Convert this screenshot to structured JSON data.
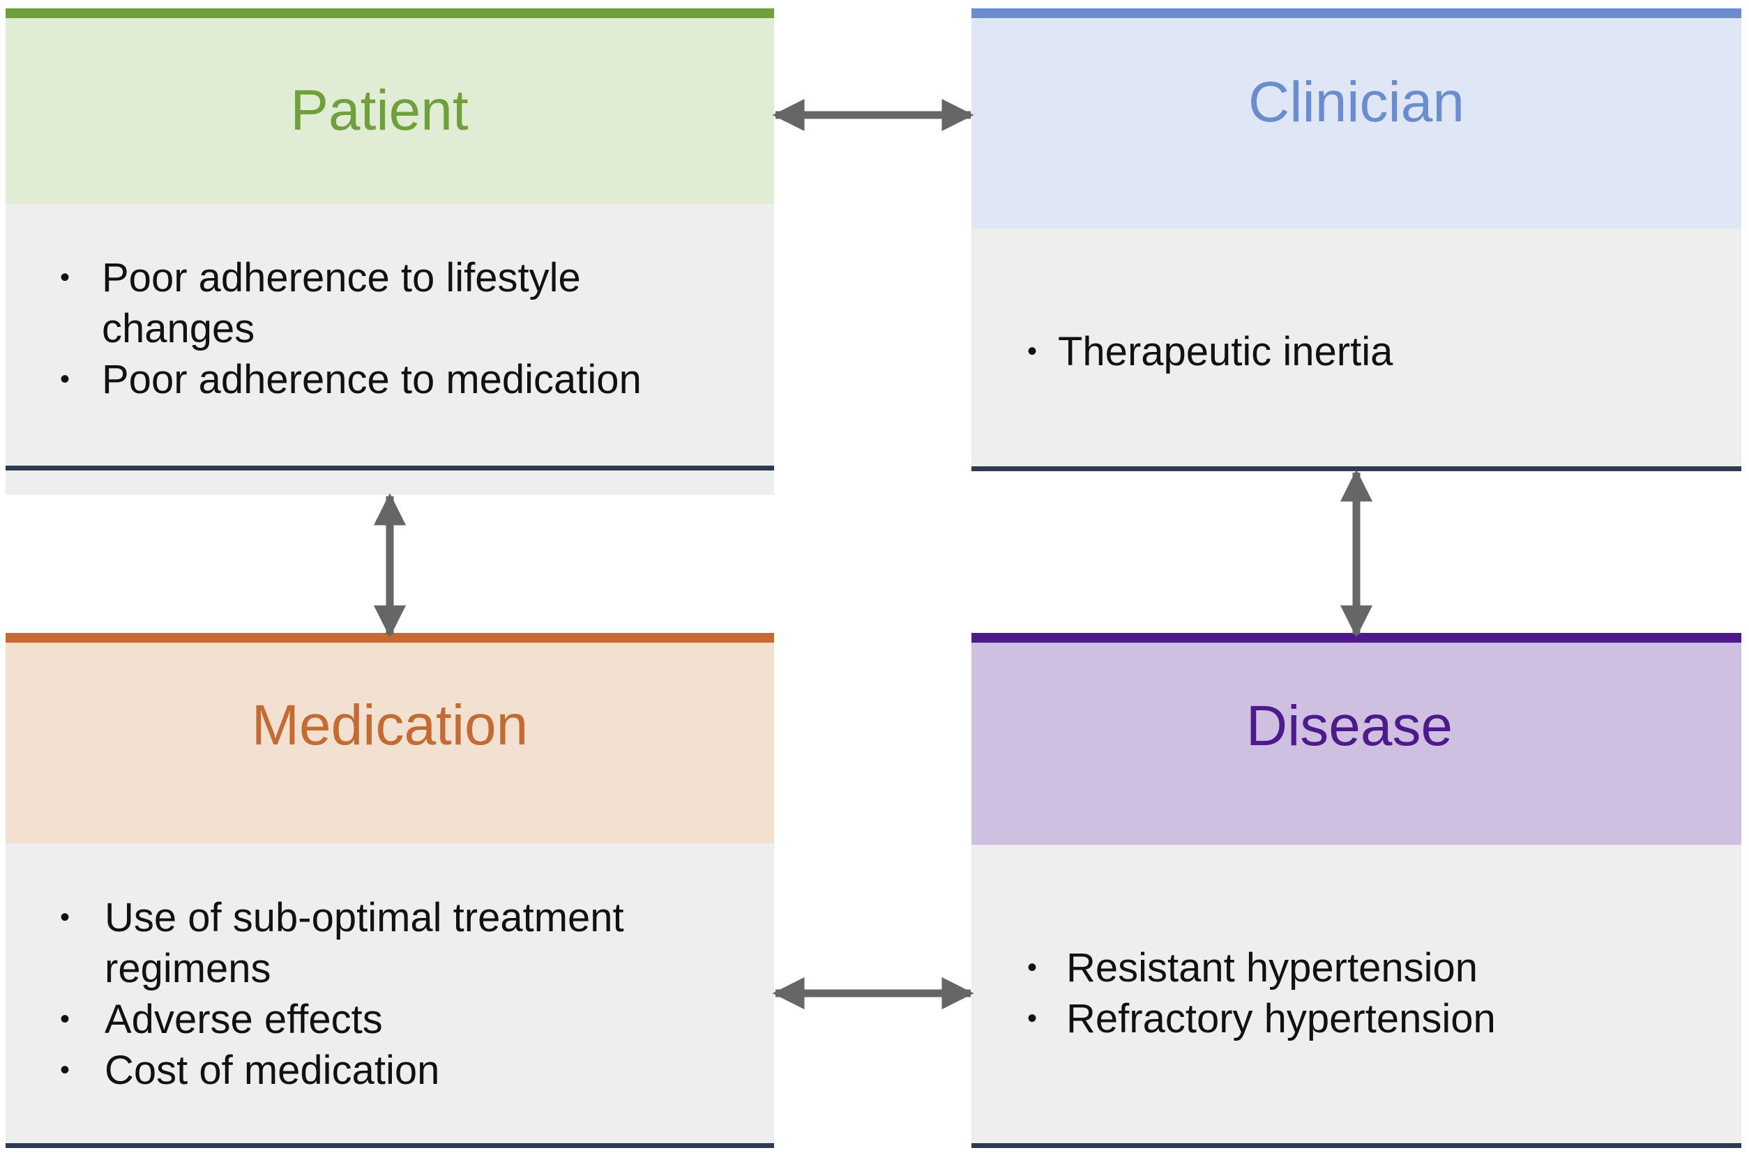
{
  "colors": {
    "patient": "#70a03e",
    "patient_bg": "#e0ecd3",
    "clinician": "#6b8ccf",
    "clinician_bg": "#dfe6f5",
    "medication": "#c46a33",
    "medication_bg": "#f2e0d0",
    "disease": "#4d1a8c",
    "disease_bg": "#cfbfe0",
    "body_bg": "#eeeeee",
    "arrow": "#666666"
  },
  "icons": [
    "bidirectional-arrow-icon"
  ],
  "boxes": {
    "patient": {
      "title": "Patient",
      "items": [
        "Poor adherence to lifestyle changes",
        "Poor adherence to medication"
      ]
    },
    "clinician": {
      "title": "Clinician",
      "items": [
        "Therapeutic inertia"
      ]
    },
    "medication": {
      "title": "Medication",
      "items": [
        "Use of sub-optimal treatment regimens",
        "Adverse effects",
        "Cost of medication"
      ]
    },
    "disease": {
      "title": "Disease",
      "items": [
        "Resistant hypertension",
        "Refractory hypertension"
      ]
    }
  }
}
